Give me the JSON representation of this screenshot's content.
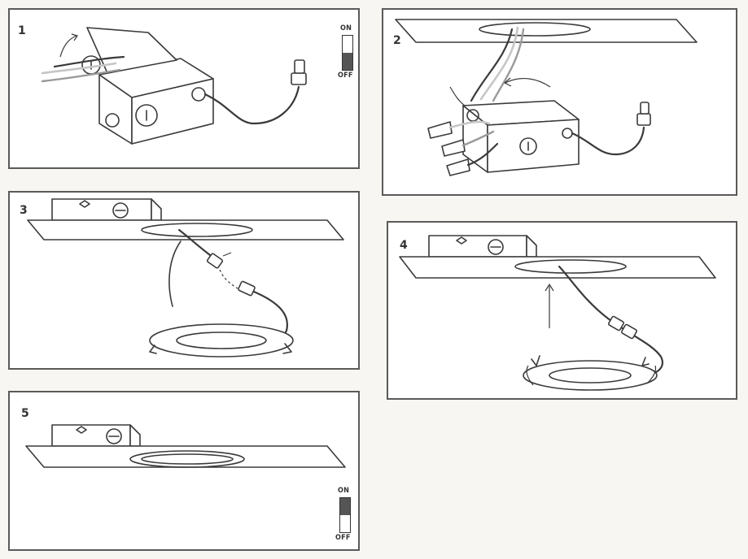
{
  "steps": [
    {
      "number": "1",
      "switch": {
        "on_label": "ON",
        "off_label": "OFF",
        "state": "off"
      }
    },
    {
      "number": "2"
    },
    {
      "number": "3"
    },
    {
      "number": "4"
    },
    {
      "number": "5",
      "switch": {
        "on_label": "ON",
        "off_label": "OFF",
        "state": "on"
      }
    }
  ]
}
